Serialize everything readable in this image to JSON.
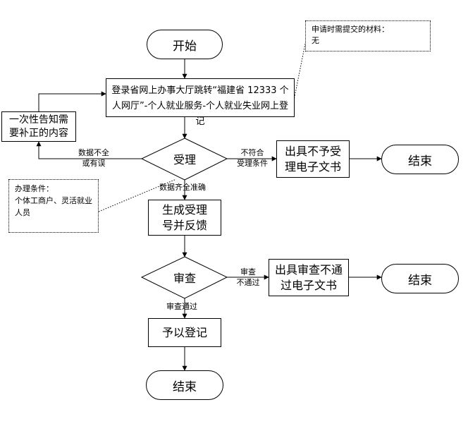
{
  "nodes": {
    "start": "开始",
    "login_step": "登录省网上办事大厅跳转“福建省 12333 个人网厅”-个人就业服务-个人就业失业网上登记",
    "notify": "一次性告知需要补正的内容",
    "accept_decision": "受理",
    "reject_doc": "出具不予受理电子文书",
    "end_reject": "结束",
    "generate_number": "生成受理号并反馈",
    "review_decision": "审查",
    "review_fail_doc": "出具审查不通过电子文书",
    "end_review": "结束",
    "register": "予以登记",
    "end_final": "结束"
  },
  "notes": {
    "materials_title": "申请时需提交的材料：",
    "materials_value": "无",
    "conditions_title": "办理条件：",
    "conditions_value": "个体工商户、灵活就业人员"
  },
  "edges": {
    "incomplete_1": "数据不全",
    "incomplete_2": "或有误",
    "not_meet_1": "不符合",
    "not_meet_2": "受理条件",
    "complete": "数据齐全准确",
    "review_fail_1": "审查",
    "review_fail_2": "不通过",
    "review_pass": "审查通过"
  }
}
